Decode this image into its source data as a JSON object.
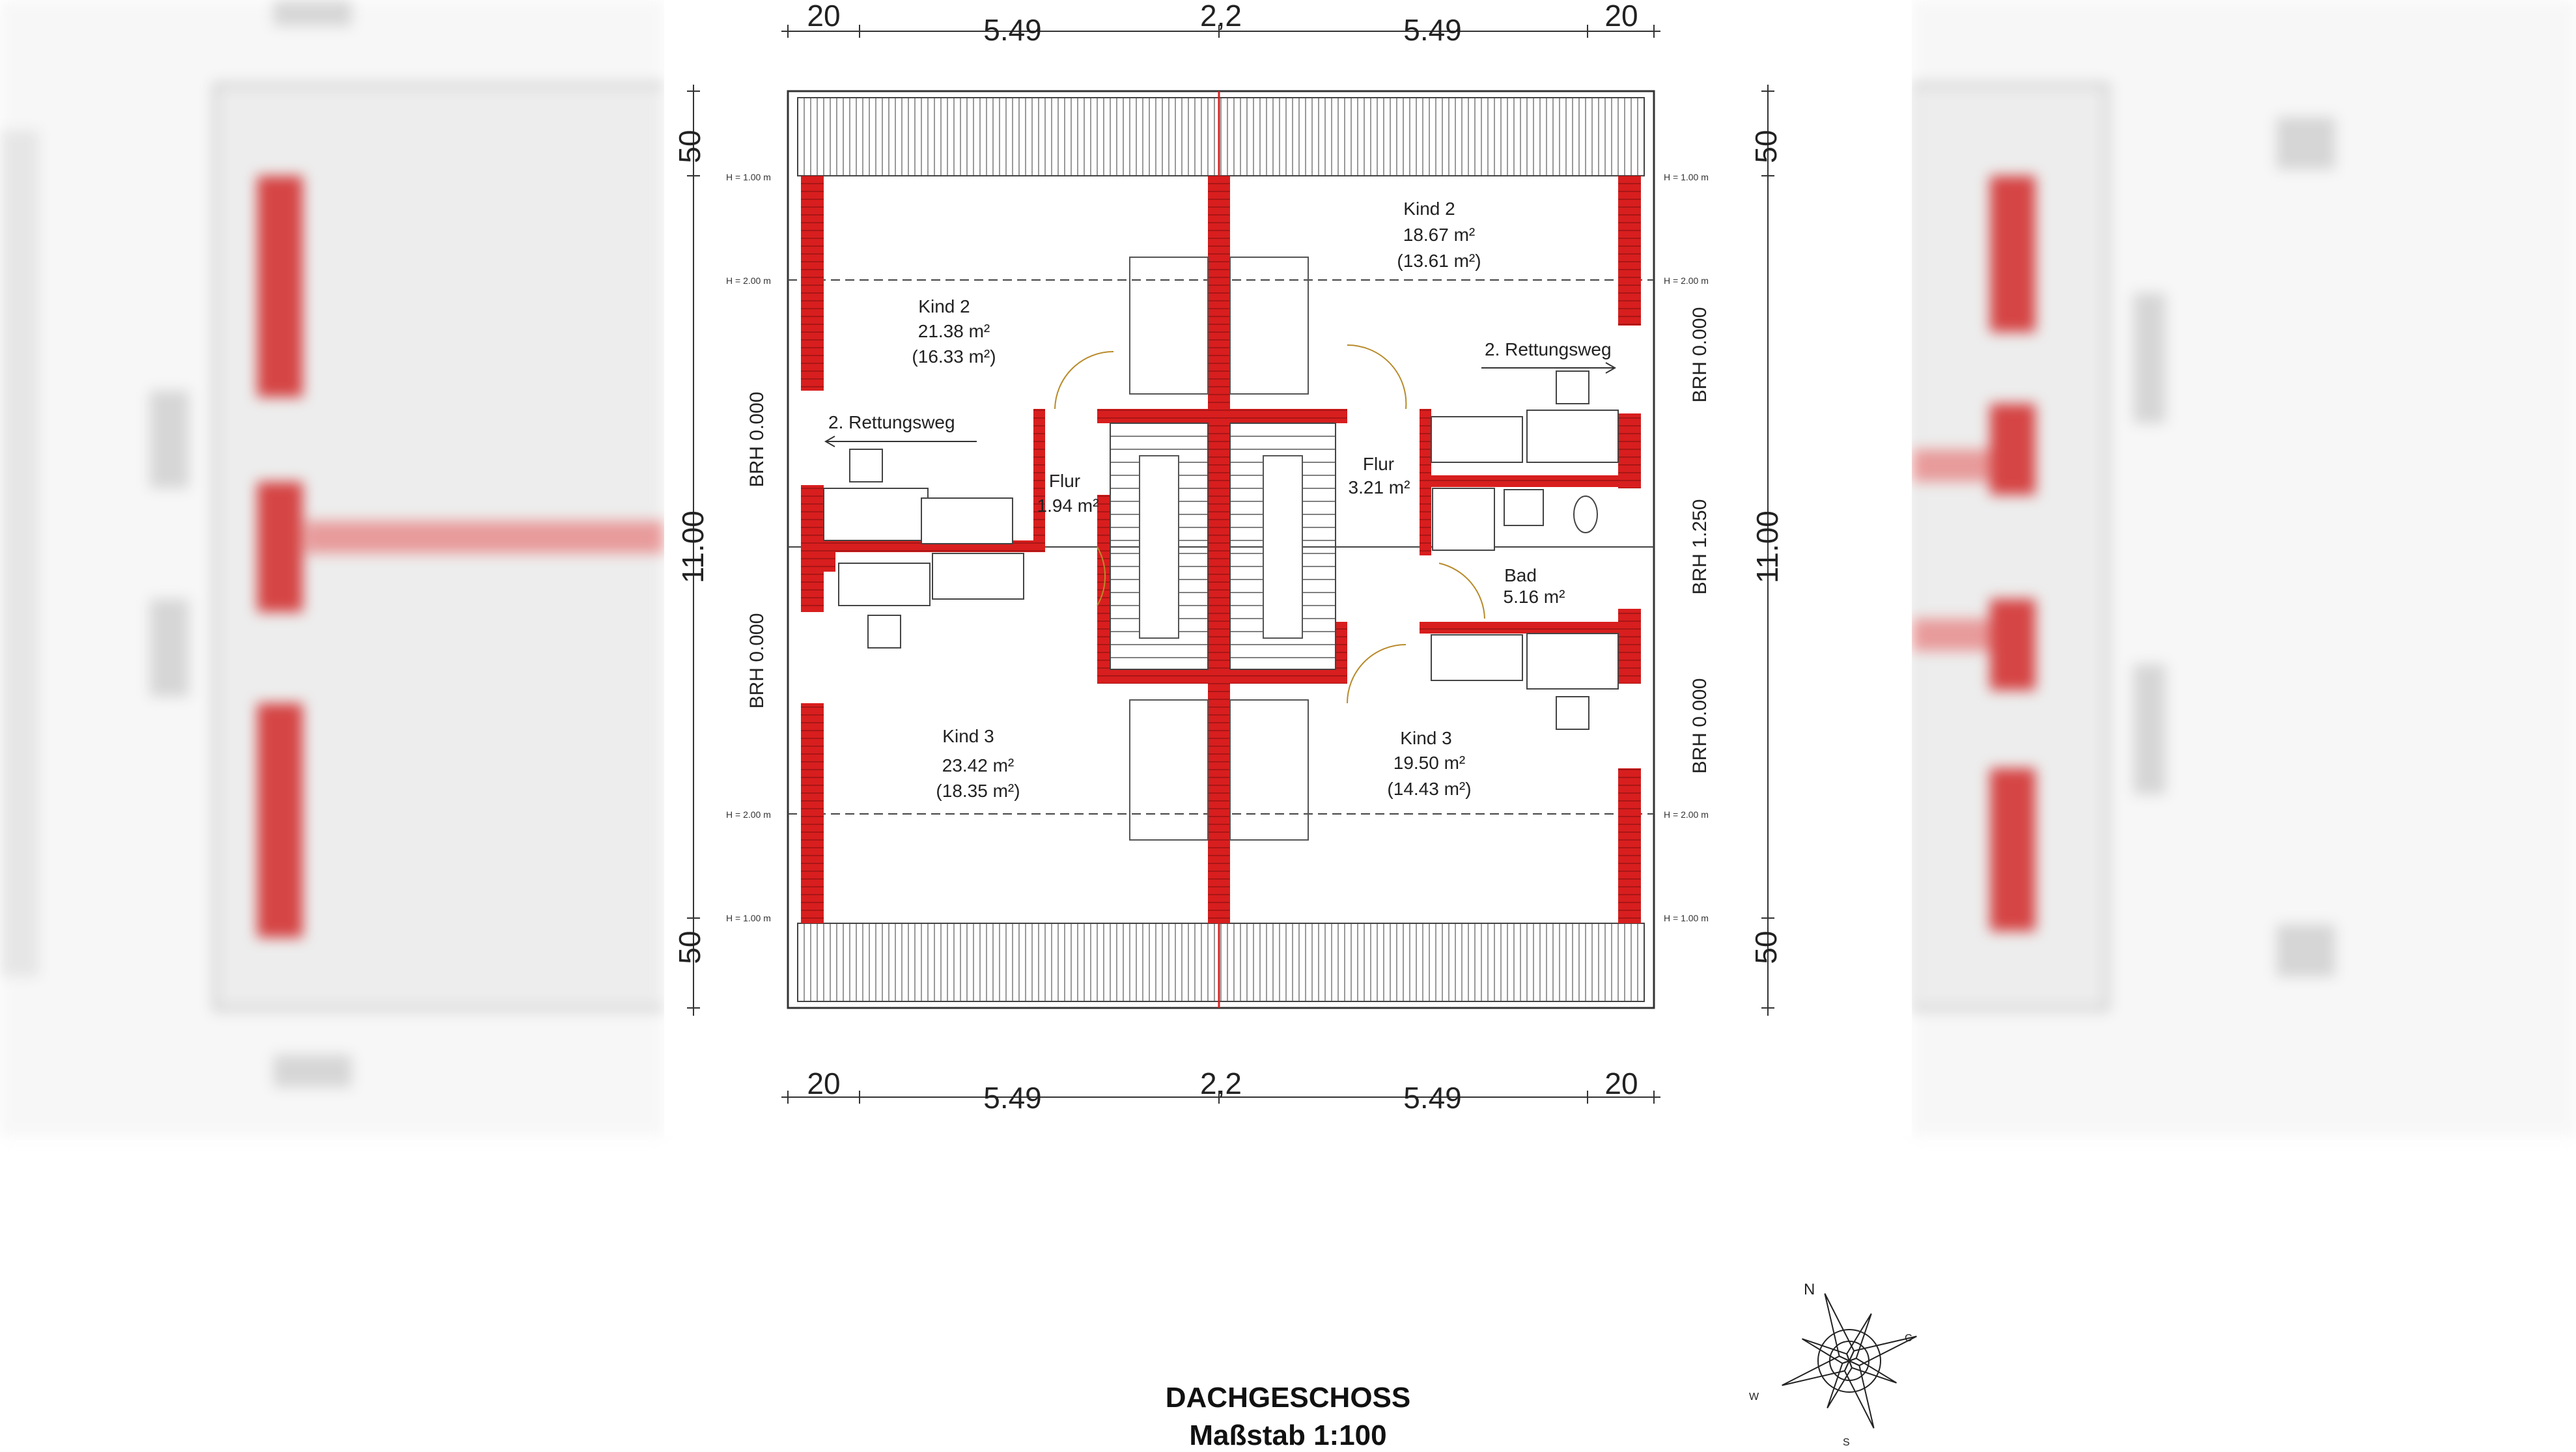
{
  "plan": {
    "title": "DACHGESCHOSS",
    "scale": "Maßstab 1:100",
    "dimensions": {
      "top": [
        "20",
        "5.49",
        "2,2",
        "5.49",
        "20"
      ],
      "bottom": [
        "20",
        "5.49",
        "2,2",
        "5.49",
        "20"
      ],
      "left": [
        "50",
        "11.00",
        "50"
      ],
      "right": [
        "50",
        "11.00",
        "50"
      ]
    },
    "brh_left": [
      "BRH 0.000",
      "BRH 0.000"
    ],
    "brh_right": [
      "BRH 0.000",
      "BRH 1.250",
      "BRH 0.000"
    ],
    "height_lines": {
      "h100": "H = 1.00 m",
      "h200": "H = 2.00 m"
    },
    "rooms": [
      {
        "name": "Kind 2",
        "area": "21.38 m²",
        "net": "(16.33 m²)"
      },
      {
        "name": "Flur",
        "area": "1.94 m²"
      },
      {
        "name": "Kind 3",
        "area": "23.42 m²",
        "net": "(18.35 m²)"
      },
      {
        "name": "Kind 2",
        "area": "18.67 m²",
        "net": "(13.61 m²)"
      },
      {
        "name": "Flur",
        "area": "3.21 m²"
      },
      {
        "name": "Bad",
        "area": "5.16 m²"
      },
      {
        "name": "Kind 3",
        "area": "19.50 m²",
        "net": "(14.43 m²)"
      }
    ],
    "escape_route": "2. Rettungsweg",
    "compass": {
      "n": "N",
      "s": "S",
      "e": "C",
      "w": "W"
    },
    "colors": {
      "wall": "#d81e1e",
      "line": "#333333",
      "background": "#ffffff"
    }
  }
}
